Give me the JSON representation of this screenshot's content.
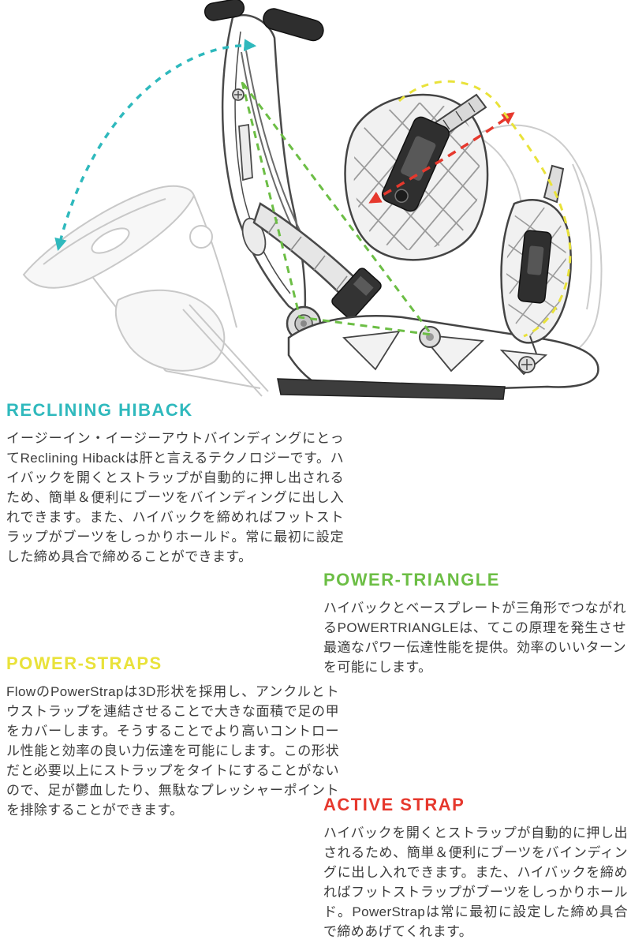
{
  "colors": {
    "teal": "#2fb9bd",
    "yellow": "#e9e23a",
    "green": "#6cbe45",
    "red": "#e6382d"
  },
  "sections": {
    "reclining_hiback": {
      "title": "RECLINING HIBACK",
      "body": "イージーイン・イージーアウトバインディングにとってReclining Hibackは肝と言えるテクノロジーです。ハイバックを開くとストラップが自動的に押し出されるため、簡単＆便利にブーツをバインディングに出し入れできます。また、ハイバックを締めればフットストラップがブーツをしっかりホールド。常に最初に設定した締め具合で締めることができます。"
    },
    "power_straps": {
      "title": "POWER-STRAPS",
      "body": "FlowのPowerStrapは3D形状を採用し、アンクルとトウストラップを連結させることで大きな面積で足の甲をカバーします。そうすることでより高いコントロール性能と効率の良い力伝達を可能にします。この形状だと必要以上にストラップをタイトにすることがないので、足が鬱血したり、無駄なプレッシャーポイントを排除することができます。"
    },
    "power_triangle": {
      "title": "POWER-TRIANGLE",
      "body": "ハイバックとベースプレートが三角形でつながれるPOWERTRIANGLEは、てこの原理を発生させ最適なパワー伝達性能を提供。効率のいいターンを可能にします。"
    },
    "active_strap": {
      "title": "ACTIVE STRAP",
      "body": "ハイバックを開くとストラップが自動的に押し出されるため、簡単＆便利にブーツをバインディングに出し入れできます。また、ハイバックを締めればフットストラップがブーツをしっかりホールド。PowerStrapは常に最初に設定した締め具合で締めあげてくれます。"
    }
  },
  "illustration": {
    "arrows": [
      {
        "name": "recline-arrow",
        "color_key": "teal"
      },
      {
        "name": "power-triangle-outline",
        "color_key": "green"
      },
      {
        "name": "active-strap-arrow",
        "color_key": "red"
      },
      {
        "name": "strap-path-outline",
        "color_key": "yellow"
      }
    ]
  }
}
